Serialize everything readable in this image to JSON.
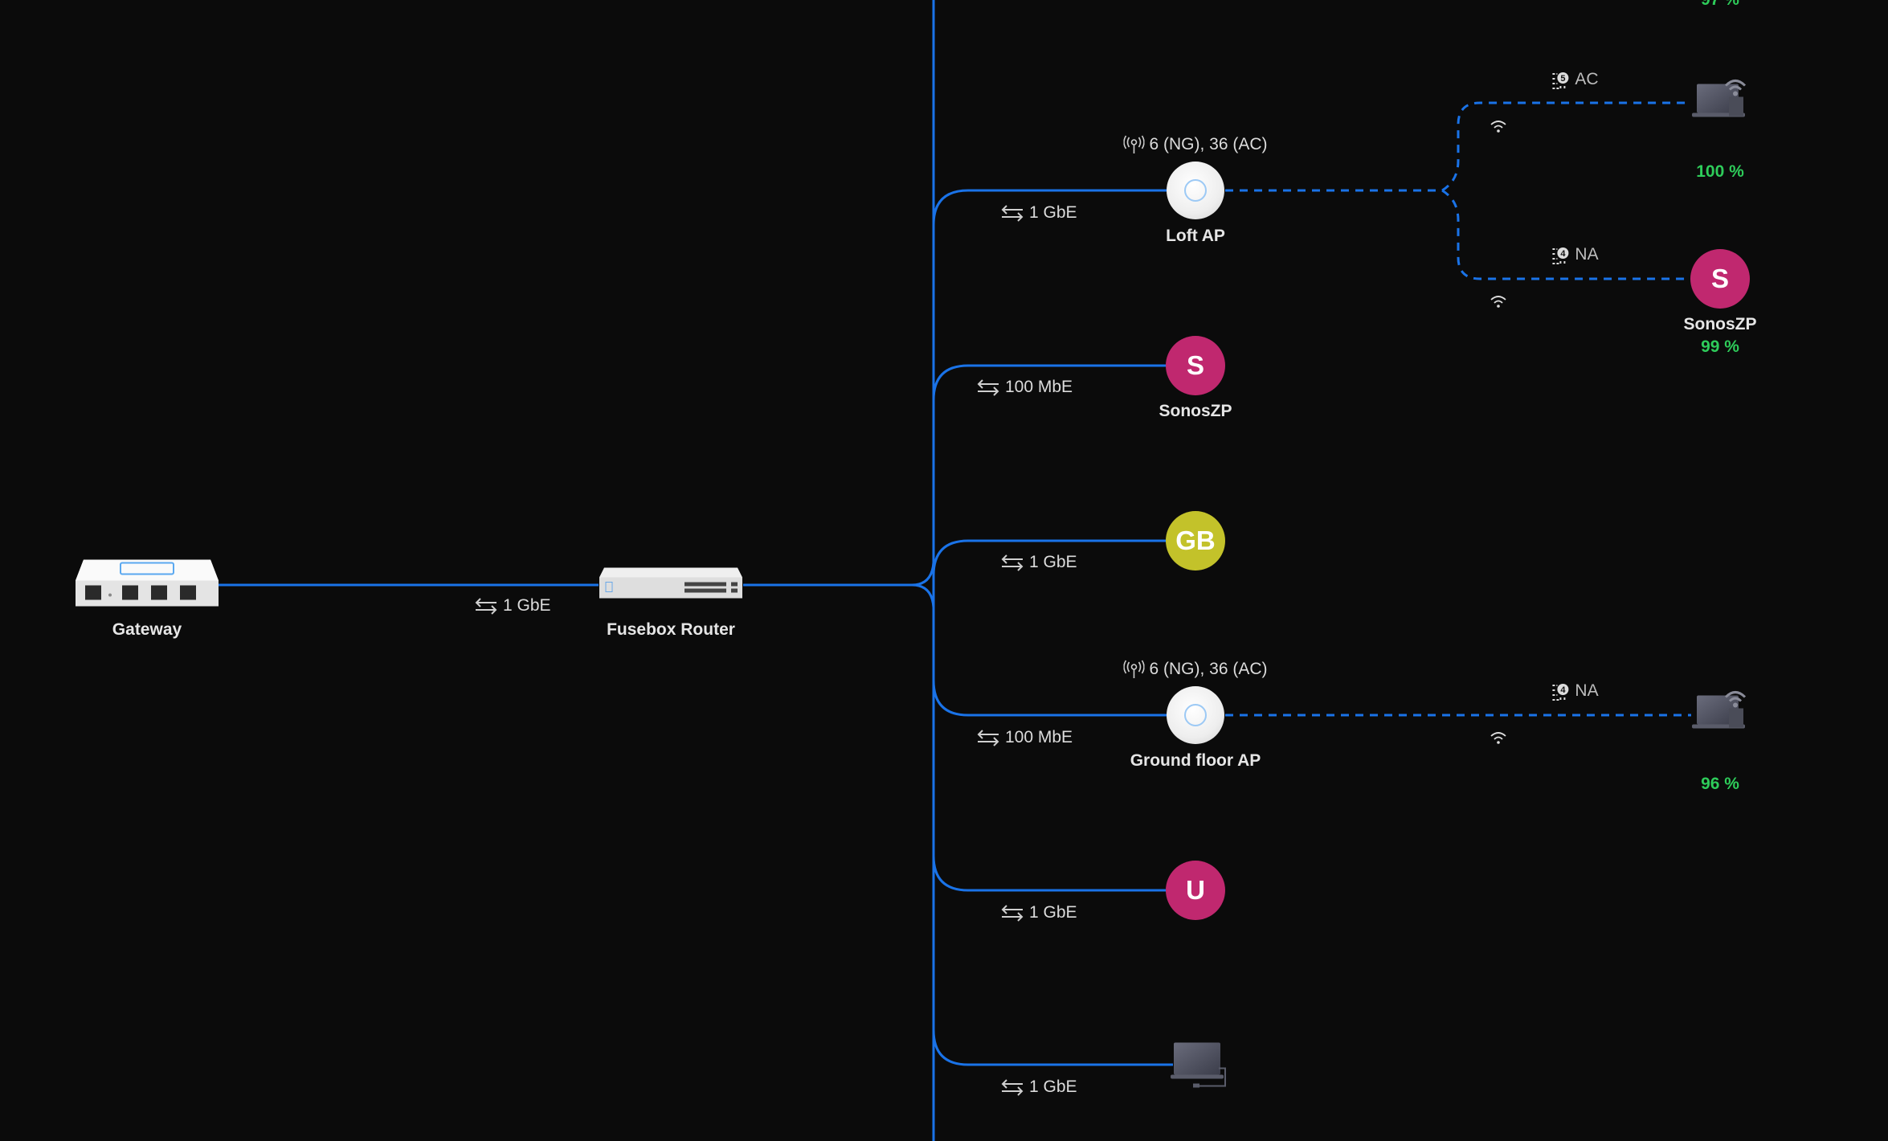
{
  "colors": {
    "background": "#0b0b0b",
    "wire": "#1a73e8",
    "signal_good": "#2ecc5a",
    "client_magenta": "#c0286f",
    "client_olive": "#c3c22a"
  },
  "top_partial_signal": "97 %",
  "gateway": {
    "label": "Gateway",
    "icon": "gateway-device-icon"
  },
  "router": {
    "label": "Fusebox Router",
    "icon": "switch-device-icon",
    "uplink_speed": "1 GbE"
  },
  "branches": [
    {
      "type": "ap",
      "label": "Loft AP",
      "speed": "1 GbE",
      "radio": "6 (NG), 36 (AC)",
      "clients": [
        {
          "type": "wireless-laptop",
          "label": "",
          "standard_num": "5",
          "standard": "AC",
          "signal": "100 %"
        },
        {
          "type": "avatar",
          "initial": "S",
          "label": "SonosZP",
          "standard_num": "4",
          "standard": "NA",
          "signal": "99 %"
        }
      ]
    },
    {
      "type": "avatar",
      "initial": "S",
      "label": "SonosZP",
      "speed": "100 MbE"
    },
    {
      "type": "avatar",
      "initial": "GB",
      "label": "",
      "speed": "1 GbE"
    },
    {
      "type": "ap",
      "label": "Ground floor AP",
      "speed": "100 MbE",
      "radio": "6 (NG), 36 (AC)",
      "clients": [
        {
          "type": "wireless-laptop",
          "label": "",
          "standard_num": "4",
          "standard": "NA",
          "signal": "96 %"
        }
      ]
    },
    {
      "type": "avatar",
      "initial": "U",
      "label": "",
      "speed": "1 GbE"
    },
    {
      "type": "wired-laptop",
      "label": "",
      "speed": "1 GbE"
    }
  ]
}
